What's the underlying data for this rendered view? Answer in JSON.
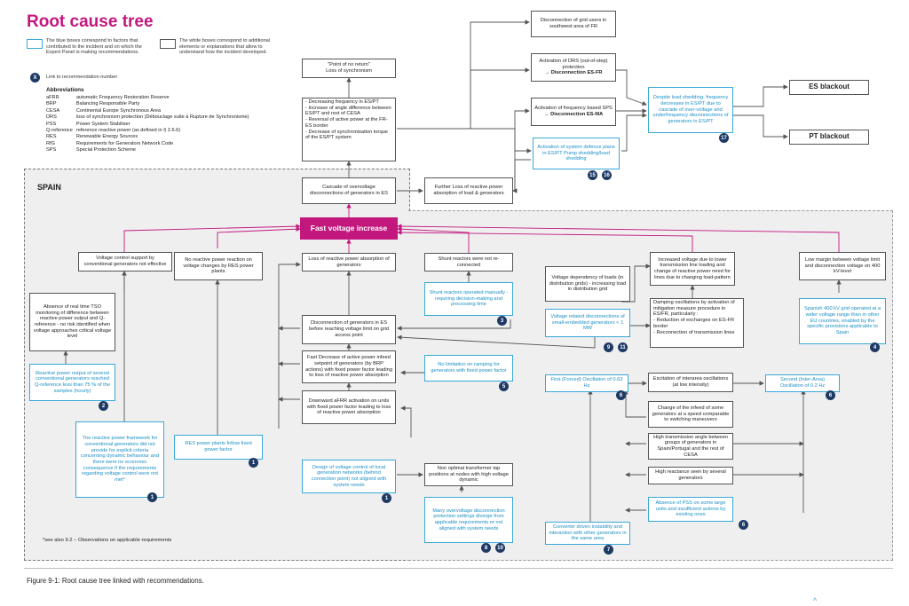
{
  "title": "Root cause tree",
  "legend": {
    "blue_text": "The blue boxes correspond to factors that contributed to the incident and on which the Expert Panel is making recommendations.",
    "white_text": "The white boxes correspond to additional elements or explanations that allow to understand how the incident developed.",
    "badge_symbol": "X",
    "badge_text": "Link to recommendation number"
  },
  "abbreviations": {
    "heading": "Abbreviations",
    "items": [
      {
        "k": "aFRR",
        "v": "automatic Frequency Restoration Reserve"
      },
      {
        "k": "BRP",
        "v": "Balancing Responsible Party"
      },
      {
        "k": "CESA",
        "v": "Continental Europe Synchronous Area"
      },
      {
        "k": "DRS",
        "v": "loss of synchronism protection (Débouclage suite à Rupture de Synchronisme)"
      },
      {
        "k": "PSS",
        "v": "Power System Stabiliser"
      },
      {
        "k": "Q-reference",
        "v": "reference reactive power (as defined in § 2.6.6)"
      },
      {
        "k": "RES",
        "v": "Renewable Energy Sources"
      },
      {
        "k": "RfG",
        "v": "Requirements for Generators Network Code"
      },
      {
        "k": "SPS",
        "v": "Special Protection Scheme"
      }
    ]
  },
  "region_label": "SPAIN",
  "nodes": {
    "disconnection_sw": "Disconnection of grid users in southwest area of FR",
    "drs_title": "Activation of DRS (out-of-step) protection",
    "drs_result": "→ Disconnection ES-FR",
    "sps_title": "Activation of frequency based SPS",
    "sps_result": "→ Disconnection ES-MA",
    "defence_plans": "Activation of system defence plans in ES/PT Pump shedding/load shedding",
    "despite_shedding": "Despite load shedding, frequency decreases in ES/PT due to cascade of over-voltage and underfrequency disconnections of generators in ES/PT",
    "es_blackout": "ES blackout",
    "pt_blackout": "PT blackout",
    "point_no_return_1": "\"Point of no return\"",
    "point_no_return_2": "Loss of synchronism",
    "synchronism_causes": [
      "- Decreasing frequency in ES/PT",
      "- Increase of angle difference between ES/PT and rest of CESA",
      "- Reversal of active power at the FR-ES border",
      "- Decrease of synchronisation torque of the ES/PT system"
    ],
    "cascade_overvoltage": "Cascade of overvoltage disconnections of generators in ES",
    "further_loss": "Further Loss of reactive power absorption of load & generators",
    "fast_voltage": "Fast voltage increase",
    "voltage_control_support": "Voltage control support by conventional generators not effective",
    "no_reactive_res": "No reactive power reaction on voltage changes by RES power plants",
    "loss_reactive_absorption": "Loss of reactive power absorption of generators",
    "shunt_not_reconnected": "Shunt reactors were not re-connected",
    "shunt_manual": "Shunt reactors operated manually - requiring decision-making and processing time",
    "absence_monitoring": "Absence of real time TSO monitoring of difference between reactive power output and Q-reference - no risk identified when voltage approaches critical voltage level",
    "reactive_output_75": "Reactive power output of several conventional generators reached Q-reference less than 75 % of the samples (hourly)",
    "framework_criteria": "The reactive power framework for conventional generators did not provide for explicit criteria concerning dynamic behaviour and there were no economic consequence if the requirements regarding voltage control were not met*",
    "res_fixed_pf": "RES power plants follow fixed power factor",
    "disconnection_before_limit": "Disconnection of generators in ES before reaching voltage limit on grid access point",
    "fast_decrease_active": "Fast Decrease of active power infeed setpoint of generators (by BRP actions) with fixed power factor leading to loss of reactive power absorption",
    "no_limitation_ramping": "No limitation on ramping for generators with fixed power factor",
    "downward_afrr": "Downward aFRR activation on units with fixed power factor leading to loss of reactive power absorption",
    "design_local_gen": "Design of voltage control of local generation networks (behind connection point) not aligned with system needs",
    "non_optimal_tap": "Non optimal transformer tap positions at nodes with high voltage dynamic",
    "many_overvoltage": "Many overvoltage disconnection protection settings diverge from applicable requirements or not aligned with system needs",
    "voltage_dependency_loads": "Voltage dependency of loads (in distribution grids) - increasing load in distribution grid",
    "voltage_related_small": "Voltage related disconnections of small-embedded generators < 1 MW",
    "increased_voltage_lower": "Increased voltage due to lower transmission line loading and change of reactive power need for lines due to changing load-pattern",
    "damping_oscillations": [
      "Damping oscillations by activation of mitigation measure procedure in ES/FR, particularly :",
      "- Reduction of exchanges on ES-FR border",
      "- Reconnection of transmission lines"
    ],
    "low_margin": "Low margin between voltage limit and disconnection voltage on 400 kV-level",
    "spanish_400kv": "Spanish 400 kV grid operated at a wider voltage range than in other EU countries, enabled by the specific provisions applicable to Spain",
    "first_oscillation": "First (Forced) Oscillation of 0.63 Hz",
    "excitation_interarea": "Excitation of interarea oscillations (at low intensity)",
    "second_oscillation": "Second (Inter-Area) Oscillation of 0.2 Hz",
    "change_infeed": "Change of the infeed of some generators at a speed comparable to switching maneuvers",
    "high_angle": "High transmission angle between groups of generators in Spain/Portugal and the rest of CESA",
    "high_reactance": "High reactance seen by several generators",
    "absence_pss": "Absence of PSS on some large units and insufficient actions by existing ones",
    "converter_instability": "Converter driven instability and interaction with other generators in the same area"
  },
  "badges": {
    "defence_a": "15",
    "defence_b": "16",
    "despite": "17",
    "shunt_manual": "3",
    "reactive_output": "2",
    "framework": "1",
    "res_fixed": "1",
    "no_limitation": "5",
    "design_local": "1",
    "many_a": "8",
    "many_b": "10",
    "small_a": "9",
    "small_b": "11",
    "spanish": "4",
    "first_osc": "6",
    "second_osc": "6",
    "absence_pss": "6",
    "converter": "7"
  },
  "footnote": "*see also 9.2 – Observations on applicable requirements",
  "caption": "Figure 9-1: Root cause tree linked with recommendations.",
  "colors": {
    "accent": "#c2187e",
    "blue_box": "#39a8d8",
    "badge": "#1e3a64",
    "region_bg": "#efeff0"
  }
}
